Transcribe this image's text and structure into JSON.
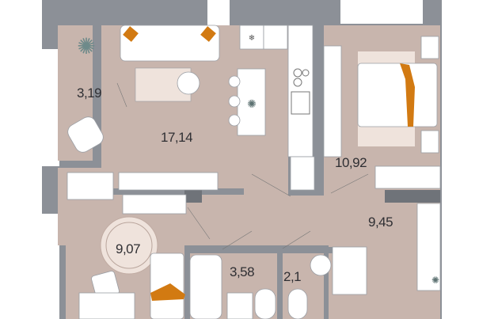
{
  "colors": {
    "wall": "#8c9097",
    "floor": "#c8b5ad",
    "accent": "#d27a12",
    "furniture": "#ffffff",
    "plant": "#6e8a8a"
  },
  "rooms": [
    {
      "id": "balcony",
      "area": "3,19"
    },
    {
      "id": "living-kitchen",
      "area": "17,14"
    },
    {
      "id": "bedroom",
      "area": "10,92"
    },
    {
      "id": "hall",
      "area": "9,45"
    },
    {
      "id": "bedroom-2",
      "area": "9,07"
    },
    {
      "id": "bathroom",
      "area": "3,58"
    },
    {
      "id": "wc",
      "area": "2,1"
    }
  ]
}
